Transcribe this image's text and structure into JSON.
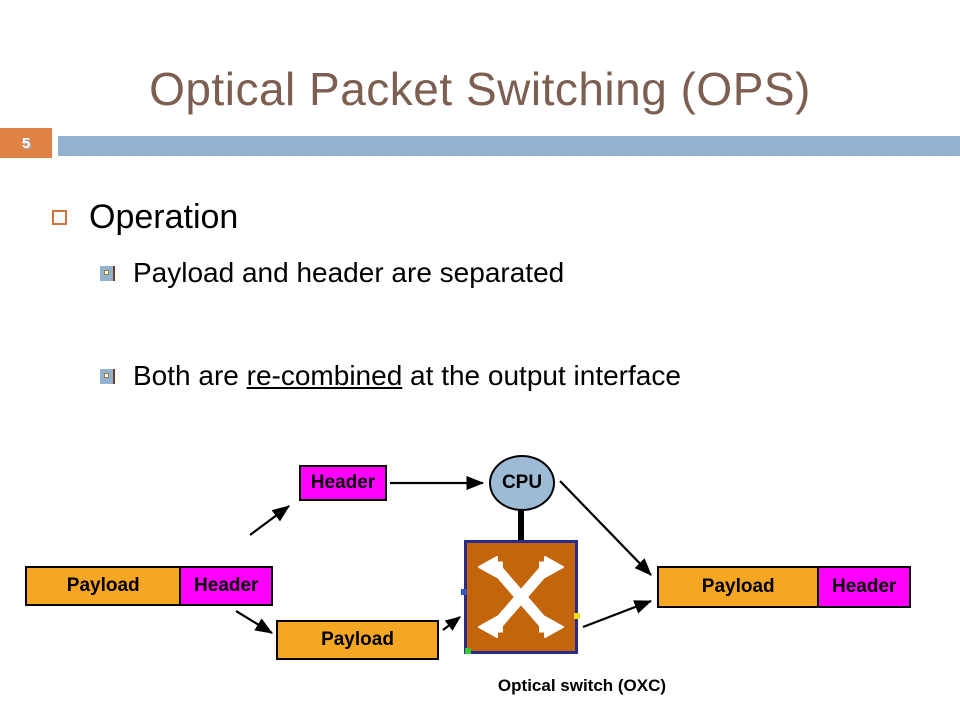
{
  "slide": {
    "title": "Optical Packet Switching (OPS)",
    "slide_number": "5",
    "colors": {
      "title_text": "#7C5F51",
      "header_bar": "#93B2CF",
      "number_badge": "#DF8244",
      "bullet_l1_marker": "#D2733B",
      "bullet_l2_marker": "#93B2CF",
      "payload_fill": "#F5A723",
      "header_fill": "#FF00FF",
      "cpu_fill": "#9EBBD6",
      "switch_fill": "#C2650C",
      "switch_border": "#2A2A8C",
      "switch_glyph": "#FFFFFF"
    }
  },
  "body": {
    "bullets": [
      {
        "level": 1,
        "text": "Operation"
      },
      {
        "level": 2,
        "text": "Payload and header are separated"
      },
      {
        "level": 2,
        "text_before": "Both are ",
        "text_underlined": "re-combined",
        "text_after": " at the output interface"
      }
    ]
  },
  "diagram": {
    "input_packet": {
      "payload_label": "Payload",
      "header_label": "Header"
    },
    "separated_header": {
      "label": "Header"
    },
    "separated_payload": {
      "label": "Payload"
    },
    "cpu": {
      "label": "CPU"
    },
    "switch": {
      "icon": "cross-connect-icon",
      "caption": "Optical switch (OXC)"
    },
    "output_packet": {
      "payload_label": "Payload",
      "header_label": "Header"
    },
    "arrows": [
      {
        "name": "packet-to-header",
        "from": "input-packet",
        "to": "separated-header"
      },
      {
        "name": "packet-to-payload",
        "from": "input-packet",
        "to": "separated-payload"
      },
      {
        "name": "header-to-cpu",
        "from": "separated-header",
        "to": "cpu"
      },
      {
        "name": "payload-to-switch",
        "from": "separated-payload",
        "to": "optical-switch"
      },
      {
        "name": "cpu-to-output",
        "from": "cpu",
        "to": "output-packet"
      },
      {
        "name": "switch-to-output",
        "from": "optical-switch",
        "to": "output-packet"
      }
    ]
  }
}
